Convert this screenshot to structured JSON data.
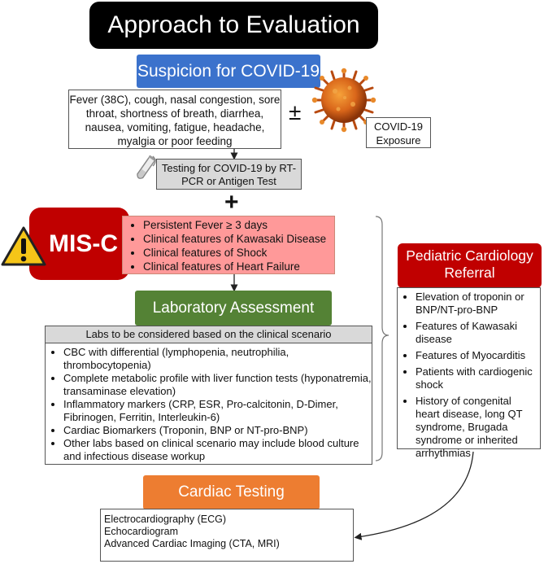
{
  "title": "Approach to Evaluation",
  "suspicion": {
    "header": "Suspicion for COVID-19",
    "symptoms": "Fever (38C), cough, nasal congestion, sore throat, shortness of breath, diarrhea, nausea, vomiting, fatigue, headache, myalgia or poor feeding",
    "plus_minus": "±",
    "exposure": "COVID-19 Exposure"
  },
  "testing": "Testing for COVID-19 by RT-PCR or Antigen Test",
  "plus": "+",
  "misc": {
    "label": "MIS-C",
    "criteria": [
      "Persistent Fever ≥ 3 days",
      "Clinical features of Kawasaki Disease",
      "Clinical features of Shock",
      "Clinical features of Heart Failure"
    ]
  },
  "laboratory": {
    "header": "Laboratory Assessment",
    "subheader": "Labs to be considered based on the clinical scenario",
    "items": [
      "CBC with differential  (lymphopenia, neutrophilia, thrombocytopenia)",
      "Complete metabolic profile with liver function tests (hyponatremia, transaminase elevation)",
      "Inflammatory markers (CRP, ESR, Pro-calcitonin, D-Dimer, Fibrinogen, Ferritin, Interleukin-6)",
      "Cardiac Biomarkers (Troponin, BNP or NT-pro-BNP)",
      "Other labs based on clinical scenario may include blood culture and infectious disease workup"
    ]
  },
  "referral": {
    "header": "Pediatric Cardiology Referral",
    "items": [
      "Elevation of troponin or BNP/NT-pro-BNP",
      "Features of Kawasaki disease",
      "Features of Myocarditis",
      "Patients with cardiogenic shock",
      "History of congenital heart disease, long QT syndrome, Brugada syndrome or inherited arrhythmias"
    ]
  },
  "cardiac_testing": {
    "header": "Cardiac Testing",
    "items": [
      "Electrocardiography (ECG)",
      "Echocardiogram",
      "Advanced Cardiac Imaging (CTA, MRI)"
    ]
  },
  "icons": {
    "virus": "coronavirus-icon",
    "test_tube": "test-tube-icon",
    "warning": "warning-icon"
  },
  "colors": {
    "title_bg": "#000000",
    "blue": "#3b72cc",
    "red": "#c00000",
    "pink": "#ff9999",
    "green": "#548235",
    "orange": "#ed7d31",
    "gray": "#d9d9d9",
    "warning_yellow": "#f5c518"
  }
}
